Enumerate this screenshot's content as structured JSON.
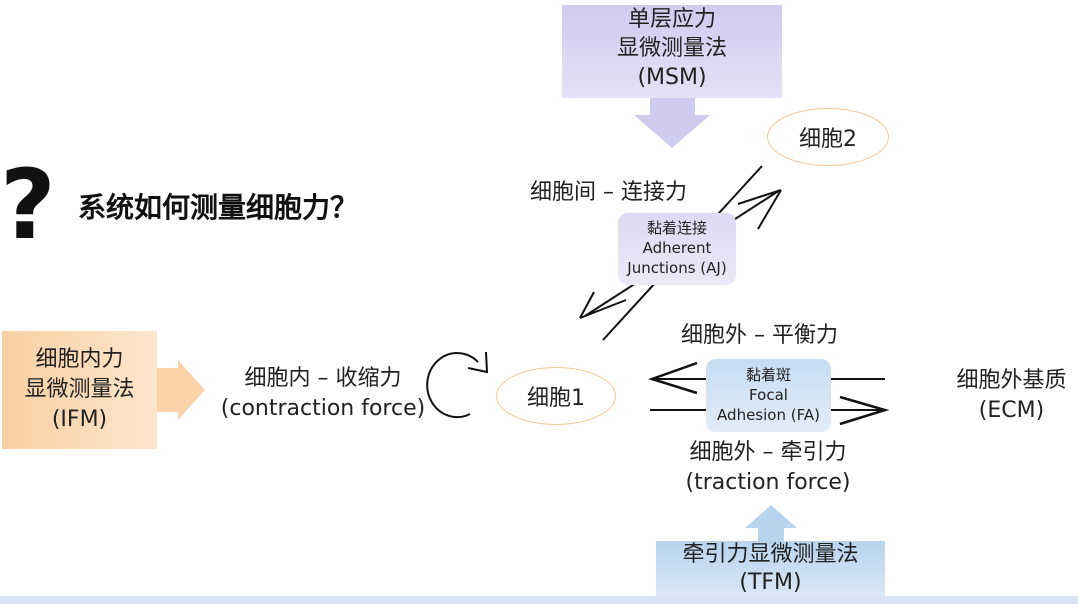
{
  "title": "系统如何测量细胞力？",
  "question_mark": "?",
  "methods": {
    "msm": {
      "line1": "单层应力",
      "line2": "显微测量法",
      "line3": "(MSM)",
      "color": "#d8d5f2"
    },
    "ifm": {
      "line1": "细胞内力",
      "line2": "显微测量法",
      "line3": "(IFM)",
      "color": "#fbd9b6"
    },
    "tfm": {
      "line1": "牵引力显微测量法",
      "line2": "(TFM)",
      "color": "#c9ddf2"
    }
  },
  "cells": {
    "cell1": "细胞1",
    "cell2": "细胞2",
    "ellipse_border": "#f0c79a"
  },
  "forces": {
    "intercellular": "细胞间 – 连接力",
    "intracellular_cn": "细胞内 – 收缩力",
    "intracellular_en": "(contraction force)",
    "extracellular_balance": "细胞外 – 平衡力",
    "extracellular_traction_cn": "细胞外 – 牵引力",
    "extracellular_traction_en": "(traction force)"
  },
  "junctions": {
    "aj": {
      "cn": "黏着连接",
      "en1": "Adherent",
      "en2": "Junctions (AJ)"
    },
    "fa": {
      "cn": "黏着斑",
      "en1": "Focal",
      "en2": "Adhesion (FA)"
    }
  },
  "ecm": {
    "cn": "细胞外基质",
    "en": "(ECM)"
  }
}
